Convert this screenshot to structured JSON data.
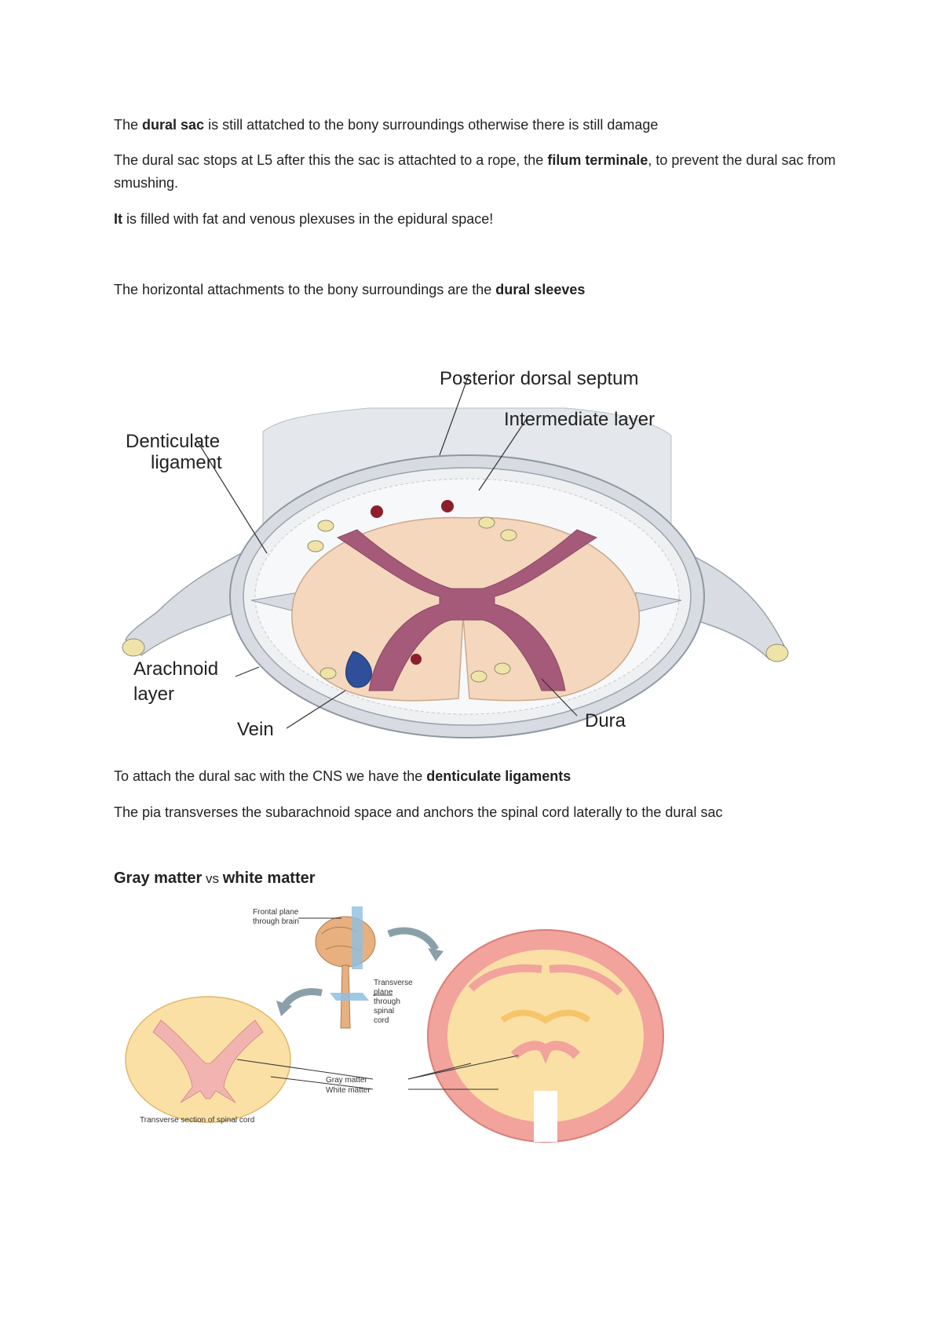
{
  "paragraphs": {
    "p1": {
      "a": "The ",
      "b": "dural sac",
      "c": " is still attatched to the bony surroundings otherwise there is still damage"
    },
    "p2": {
      "a": "The dural sac stops at L5 after this the sac is attachted to a rope, the ",
      "b": "filum terminale",
      "c": ", to prevent the dural sac from smushing."
    },
    "p3": {
      "a": "It",
      "b": " is filled with fat and venous plexuses in the epidural space!"
    },
    "p4": {
      "a": "The horizontal attachments to the bony surroundings are the ",
      "b": "dural sleeves"
    },
    "p5": {
      "a": "To attach the dural sac with the CNS we have the ",
      "b": "denticulate ligaments"
    },
    "p6": {
      "a": "The pia transverses the subarachnoid space and anchors the spinal cord laterally to the dural sac"
    }
  },
  "section2": {
    "title_a": "Gray matter",
    "title_vs": " vs ",
    "title_b": "white matter"
  },
  "figure1": {
    "labels": {
      "posterior_dorsal_septum": "Posterior dorsal septum",
      "intermediate_layer": "Intermediate layer",
      "denticulate_1": "Denticulate",
      "denticulate_2": "ligament",
      "arachnoid_1": "Arachnoid",
      "arachnoid_2": "layer",
      "vein": "Vein",
      "dura": "Dura"
    }
  },
  "figure2": {
    "labels": {
      "frontal_1": "Frontal plane",
      "frontal_2": "through brain",
      "transverse_1": "Transverse",
      "transverse_2": "plane",
      "transverse_3": "through",
      "transverse_4": "spinal",
      "transverse_5": "cord",
      "gray_matter": "Gray matter",
      "white_matter": "White matter",
      "caption": "Transverse section of spinal cord"
    }
  },
  "colors": {
    "gray_matter": "#a45a78",
    "white_matter": "#f4d7bd",
    "dura": "#d8dce2",
    "vein": "#2f4f9a",
    "brain_gray": "#f1a39c",
    "brain_white": "#fbe0a6"
  }
}
